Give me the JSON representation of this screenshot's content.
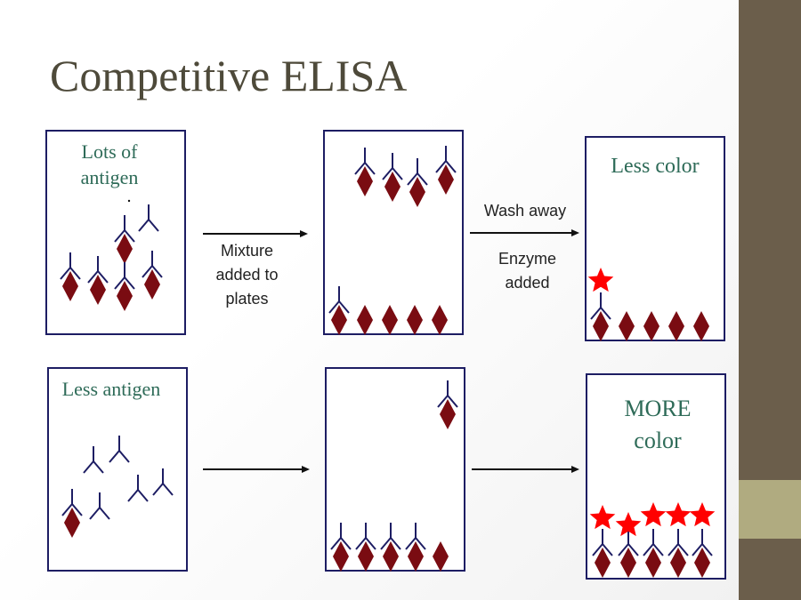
{
  "title": "Competitive ELISA",
  "panels": {
    "lots_antigen": "Lots of antigen",
    "less_color": "Less color",
    "less_antigen": "Less antigen",
    "more_color": "MORE color"
  },
  "labels": {
    "mixture": "Mixture added to plates",
    "wash": "Wash away",
    "enzyme": "Enzyme added"
  },
  "colors": {
    "antigen": "#7a0c12",
    "antibody": "#1d1d63",
    "enzyme_star": "#ff0000",
    "panel_text": "#2e6b58",
    "sidebar": "#6b5e4b",
    "sidebar_band": "#b0ab80"
  }
}
